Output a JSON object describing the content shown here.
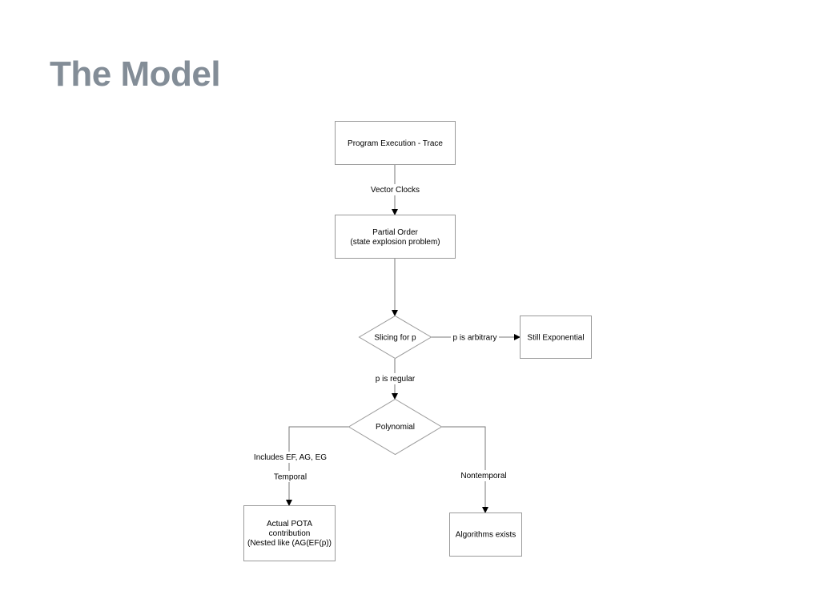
{
  "slide": {
    "title": "The Model"
  },
  "nodes": {
    "program_execution": [
      "Program Execution - Trace"
    ],
    "partial_order": [
      "Partial Order",
      "(state explosion problem)"
    ],
    "slicing": [
      "Slicing for p"
    ],
    "still_exponential": [
      "Still Exponential"
    ],
    "polynomial": [
      "Polynomial"
    ],
    "actual_pota": [
      "Actual POTA",
      "contribution",
      "(Nested like (AG(EF(p))"
    ],
    "algorithms_exists": [
      "Algorithms exists"
    ]
  },
  "edge_labels": {
    "vector_clocks": "Vector Clocks",
    "p_arbitrary": "p is arbitrary",
    "p_regular": "p is regular",
    "includes": "Includes EF, AG, EG",
    "temporal": "Temporal",
    "nontemporal": "Nontemporal"
  },
  "colors": {
    "title": "#838d97",
    "stroke": "#9a9a9a",
    "edge": "#7a7a7a"
  }
}
